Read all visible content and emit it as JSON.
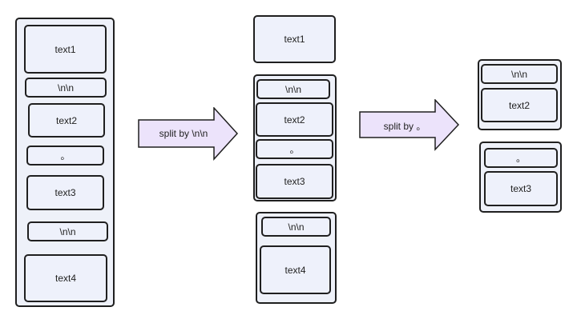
{
  "diagram": {
    "source_column": {
      "items": [
        "text1",
        "\\n\\n",
        "text2",
        "。",
        "text3",
        "\\n\\n",
        "text4"
      ]
    },
    "step1_arrow_label": "split by \\n\\n",
    "middle_column": {
      "chunk1": [
        "text1"
      ],
      "chunk2": [
        "\\n\\n",
        "text2",
        "。",
        "text3"
      ],
      "chunk3": [
        "\\n\\n",
        "text4"
      ]
    },
    "step2_arrow_label": "split by 。",
    "right_column": {
      "chunk1": [
        "\\n\\n",
        "text2"
      ],
      "chunk2": [
        "。",
        "text3"
      ]
    },
    "colors": {
      "box_fill": "#eef1fb",
      "arrow_fill": "#ece3fb",
      "stroke": "#1f1f1f"
    }
  }
}
